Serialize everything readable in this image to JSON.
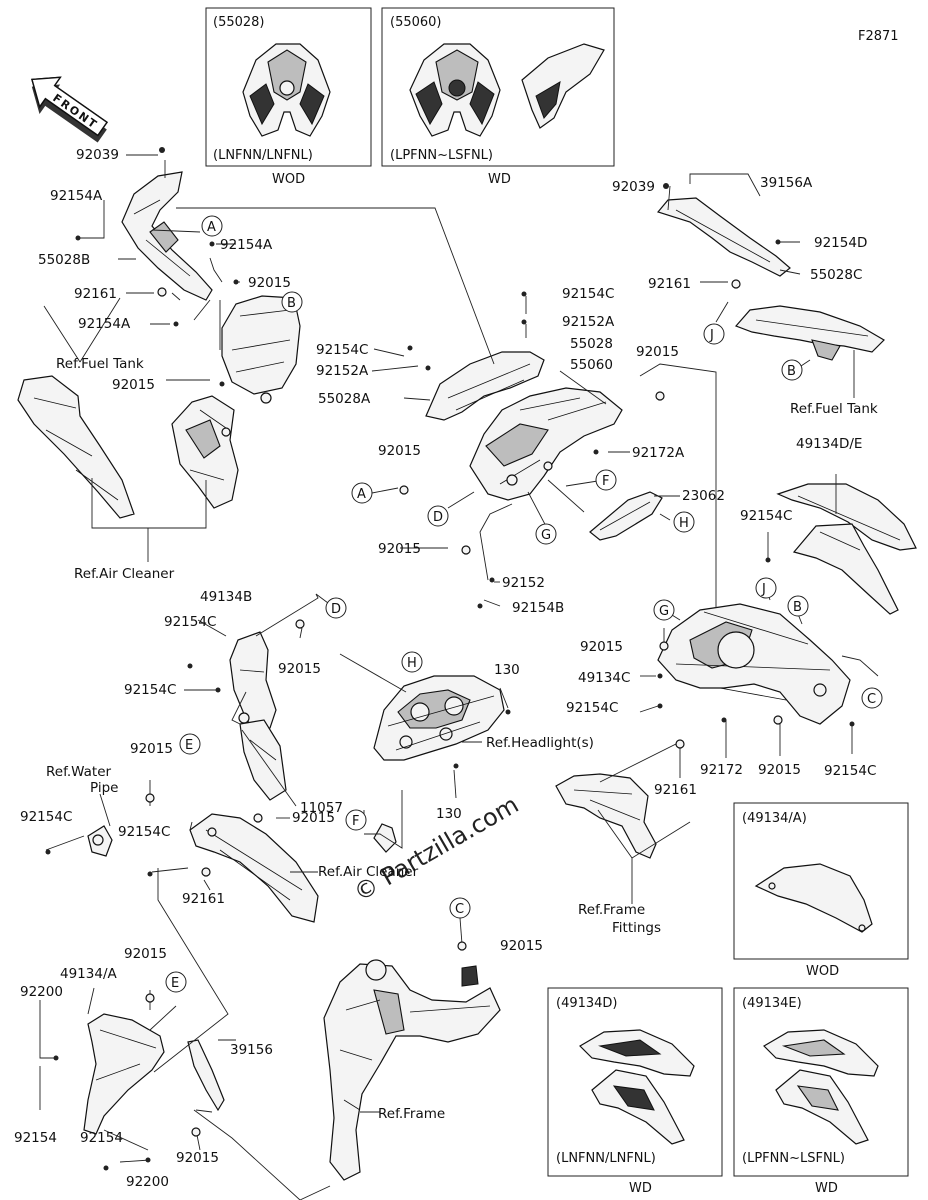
{
  "figure_id": "F2871",
  "watermark": "© Partzilla.com",
  "front_badge": "FRONT",
  "boxes": {
    "top_wod": {
      "code": "(55028)",
      "variant": "(LNFNN/LNFNL)",
      "caption": "WOD"
    },
    "top_wd": {
      "code": "(55060)",
      "variant": "(LPFNN~LSFNL)",
      "caption": "WD"
    },
    "right_wod": {
      "code": "(49134/A)",
      "caption": "WOD"
    },
    "bottom_d": {
      "code": "(49134D)",
      "variant": "(LNFNN/LNFNL)",
      "caption": "WD"
    },
    "bottom_e": {
      "code": "(49134E)",
      "variant": "(LPFNN~LSFNL)",
      "caption": "WD"
    }
  },
  "labels": {
    "l92039a": "92039",
    "l92154A1": "92154A",
    "l55028B": "55028B",
    "l92154A2": "92154A",
    "l92015a": "92015",
    "l92161a": "92161",
    "l92154A3": "92154A",
    "refFuelTank1": "Ref.Fuel Tank",
    "l92015b": "92015",
    "refAirCleaner1": "Ref.Air Cleaner",
    "l92154C1": "92154C",
    "l92152A1": "92152A",
    "l55028A": "55028A",
    "l92154C2": "92154C",
    "l92152A2": "92152A",
    "l55028": "55028",
    "l55060": "55060",
    "l92015c": "92015",
    "l92172A": "92172A",
    "l92015d": "92015",
    "l23062": "23062",
    "l92015e": "92015",
    "l92152": "92152",
    "l92154B": "92154B",
    "l92039b": "92039",
    "l39156A": "39156A",
    "l92154D": "92154D",
    "l92161b": "92161",
    "l55028C": "55028C",
    "refFuelTank2": "Ref.Fuel Tank",
    "l49134DE": "49134D/E",
    "l92154C3": "92154C",
    "l49134B": "49134B",
    "l92154C4": "92154C",
    "l92015f": "92015",
    "l92154C5": "92154C",
    "refWaterPipe1": "Ref.Water",
    "refWaterPipe2": "Pipe",
    "l92015g": "92015",
    "l92154C6": "92154C",
    "l92015h": "92015",
    "l92154C7": "92154C",
    "refAirCleaner2": "Ref.Air Cleaner",
    "l92161c": "92161",
    "l130a": "130",
    "refHeadlight": "Ref.Headlight(s)",
    "l11057": "11057",
    "l130b": "130",
    "l92015i": "92015",
    "l49134C": "49134C",
    "l92154C8": "92154C",
    "l92161d": "92161",
    "l92172": "92172",
    "l92015j": "92015",
    "l92154C9": "92154C",
    "refFrameFittings1": "Ref.Frame",
    "refFrameFittings2": "Fittings",
    "l92015k": "92015",
    "l49134A": "49134/A",
    "l92200a": "92200",
    "l39156": "39156",
    "l92154a": "92154",
    "l92154b": "92154",
    "l92015l": "92015",
    "l92200b": "92200",
    "refFrame": "Ref.Frame",
    "l92015m": "92015"
  },
  "callouts": {
    "cA1": "A",
    "cA2": "A",
    "cB1": "B",
    "cB2": "B",
    "cC1": "C",
    "cC2": "C",
    "cD1": "D",
    "cD2": "D",
    "cE1": "E",
    "cE2": "E",
    "cF1": "F",
    "cF2": "F",
    "cG1": "G",
    "cG2": "G",
    "cH1": "H",
    "cH2": "H",
    "cJ1": "J",
    "cJ2": "J"
  }
}
